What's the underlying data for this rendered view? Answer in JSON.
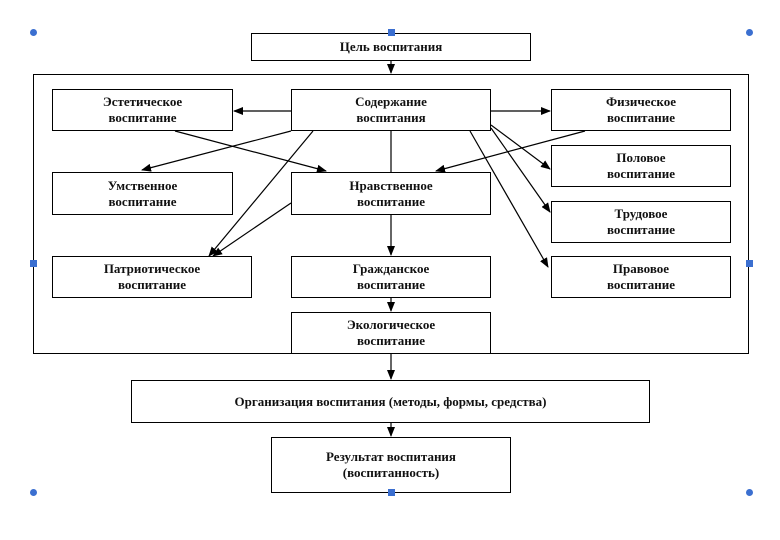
{
  "nodes": {
    "goal": "Цель воспитания",
    "content": "Содержание\nвоспитания",
    "aesthetic": "Эстетическое\nвоспитание",
    "physical": "Физическое\nвоспитание",
    "sexual": "Половое\nвоспитание",
    "mental": "Умственное\nвоспитание",
    "moral": "Нравственное\nвоспитание",
    "labor": "Трудовое\nвоспитание",
    "patriotic": "Патриотическое\nвоспитание",
    "civic": "Гражданское\nвоспитание",
    "legal": "Правовое\nвоспитание",
    "ecological": "Экологическое\nвоспитание",
    "organization": "Организация воспитания (методы, формы, средства)",
    "result": "Результат воспитания\n(воспитанность)"
  },
  "colors": {
    "line": "#000000",
    "handle": "#3b6fd0"
  }
}
